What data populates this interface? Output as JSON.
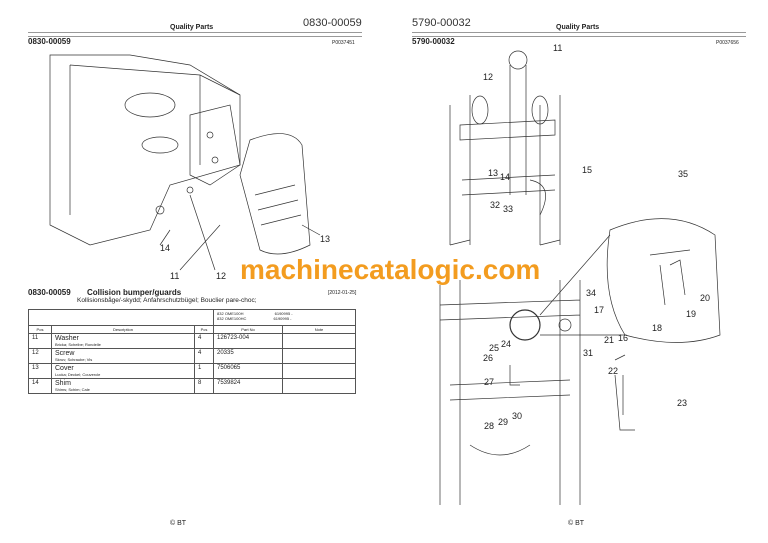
{
  "left": {
    "header_title": "Quality Parts",
    "header_number": "0830-00059",
    "sub_number": "0830-00059",
    "ref": "P0037451",
    "callouts": [
      "14",
      "13",
      "11",
      "12"
    ],
    "section": {
      "number": "0830-00059",
      "title": "Collision bumper/guards",
      "date": "[2012-01-25]",
      "subtitle": "Kollisionsbåge/-skydd; Anfahrschutzbügel; Bouclier pare-choc;"
    },
    "models": [
      {
        "code": "832",
        "model": "OME100H",
        "serial": "6190995 -"
      },
      {
        "code": "832",
        "model": "OME100HC",
        "serial": "6190995 -"
      }
    ],
    "columns": [
      "Pos",
      "Description",
      "Pcs",
      "Part No",
      "Note"
    ],
    "rows": [
      {
        "pos": "11",
        "desc": "Washer",
        "trans": "Bricka; Scheibe; Rondelle",
        "pcs": "4",
        "part": "126723-004",
        "note": ""
      },
      {
        "pos": "12",
        "desc": "Screw",
        "trans": "Skruv; Schraube; Vis",
        "pcs": "4",
        "part": "20335",
        "note": ""
      },
      {
        "pos": "13",
        "desc": "Cover",
        "trans": "Lucka; Deckel; Couvercle",
        "pcs": "1",
        "part": "7506065",
        "note": ""
      },
      {
        "pos": "14",
        "desc": "Shim",
        "trans": "Shims; Schim; Cale",
        "pcs": "8",
        "part": "7539824",
        "note": ""
      }
    ],
    "footer": "© BT"
  },
  "right": {
    "header_title": "Quality Parts",
    "header_number": "5790-00032",
    "sub_number": "5790-00032",
    "ref": "P0037656",
    "callouts": [
      "11",
      "12",
      "15",
      "13",
      "14",
      "35",
      "32",
      "33",
      "34",
      "20",
      "17",
      "19",
      "18",
      "21",
      "16",
      "24",
      "25",
      "31",
      "26",
      "22",
      "27",
      "23",
      "30",
      "28",
      "29"
    ],
    "footer": "© BT"
  },
  "watermark": "machinecatalogic.com"
}
